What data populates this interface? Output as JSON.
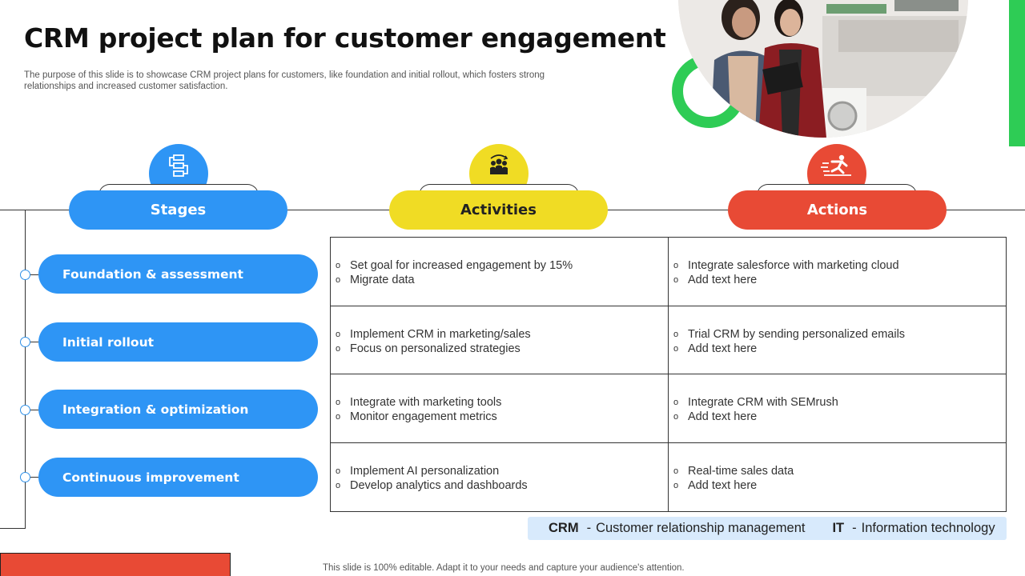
{
  "slide": {
    "title": "CRM project plan for customer engagement",
    "subtitle": "The purpose of this slide is to showcase CRM project plans for customers, like foundation and initial rollout, which fosters strong relationships and increased customer satisfaction.",
    "footer": "This slide is 100% editable. Adapt it to your needs and capture your audience's attention."
  },
  "headers": [
    {
      "label": "Stages",
      "icon": "flowchart-icon",
      "color": "#2e95f5"
    },
    {
      "label": "Activities",
      "icon": "team-icon",
      "color": "#f0dc24"
    },
    {
      "label": "Actions",
      "icon": "runner-icon",
      "color": "#e84a35"
    }
  ],
  "stages": [
    "Foundation & assessment",
    "Initial rollout",
    "Integration & optimization",
    "Continuous improvement"
  ],
  "table": [
    {
      "activities": [
        "Set goal for increased engagement by 15%",
        "Migrate data"
      ],
      "actions": [
        "Integrate salesforce with marketing cloud",
        "Add text here"
      ]
    },
    {
      "activities": [
        "Implement CRM in marketing/sales",
        "Focus on personalized strategies"
      ],
      "actions": [
        "Trial CRM by sending personalized emails",
        "Add text here"
      ]
    },
    {
      "activities": [
        "Integrate with marketing tools",
        "Monitor engagement metrics"
      ],
      "actions": [
        "Integrate CRM with SEMrush",
        "Add text here"
      ]
    },
    {
      "activities": [
        "Implement AI personalization",
        "Develop analytics and dashboards"
      ],
      "actions": [
        "Real-time sales data",
        "Add text here"
      ]
    }
  ],
  "bullet_marker": "o",
  "legend": {
    "crm_abbr": "CRM",
    "crm_sep": "-",
    "crm_text": "Customer relationship management",
    "it_abbr": "IT",
    "it_sep": "-",
    "it_text": "Information technology"
  },
  "colors": {
    "accent_green": "#2ecc55",
    "accent_red": "#e84a35",
    "blue": "#2e95f5",
    "yellow": "#f0dc24"
  }
}
